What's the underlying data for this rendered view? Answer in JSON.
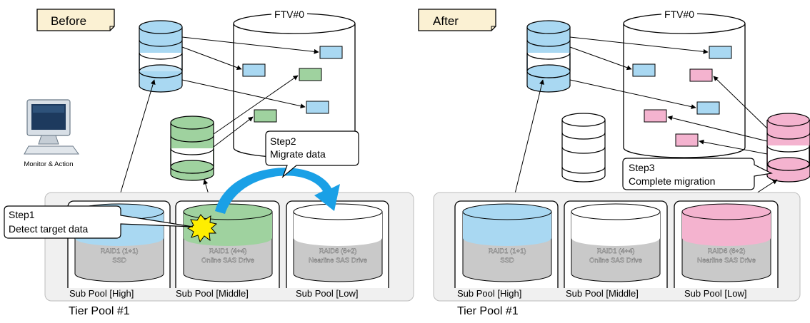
{
  "colors": {
    "blue": "#a9d8f2",
    "green": "#9fd29f",
    "pink": "#f4b3cf",
    "gray": "#c9c9c9",
    "arrow": "#1aa0e6",
    "pool_bg": "#f0f0f0",
    "tab_bg": "#fbf1d3",
    "burst": "#ffee00"
  },
  "before": {
    "tab_label": "Before",
    "ftv_label": "FTV#0",
    "monitor_label": "Monitor & Action",
    "step1": {
      "line1": "Step1",
      "line2": "Detect target data"
    },
    "step2": {
      "line1": "Step2",
      "line2": "Migrate data"
    },
    "tier_pool_label": "Tier Pool #1",
    "sub_pools": [
      {
        "raid": "RAID1 (1+1)",
        "drive": "SSD",
        "label": "Sub Pool [High]"
      },
      {
        "raid": "RAID1 (4+4)",
        "drive": "Online SAS Drive",
        "label": "Sub Pool [Middle]"
      },
      {
        "raid": "RAID6 (6+2)",
        "drive": "Nearline SAS Drive",
        "label": "Sub Pool [Low]"
      }
    ]
  },
  "after": {
    "tab_label": "After",
    "ftv_label": "FTV#0",
    "step3": {
      "line1": "Step3",
      "line2": "Complete migration"
    },
    "tier_pool_label": "Tier Pool #1",
    "sub_pools": [
      {
        "raid": "RAID1 (1+1)",
        "drive": "SSD",
        "label": "Sub Pool [High]"
      },
      {
        "raid": "RAID1 (4+4)",
        "drive": "Online SAS Drive",
        "label": "Sub Pool [Middle]"
      },
      {
        "raid": "RAID6 (6+2)",
        "drive": "Nearline SAS Drive",
        "label": "Sub Pool [Low]"
      }
    ]
  }
}
